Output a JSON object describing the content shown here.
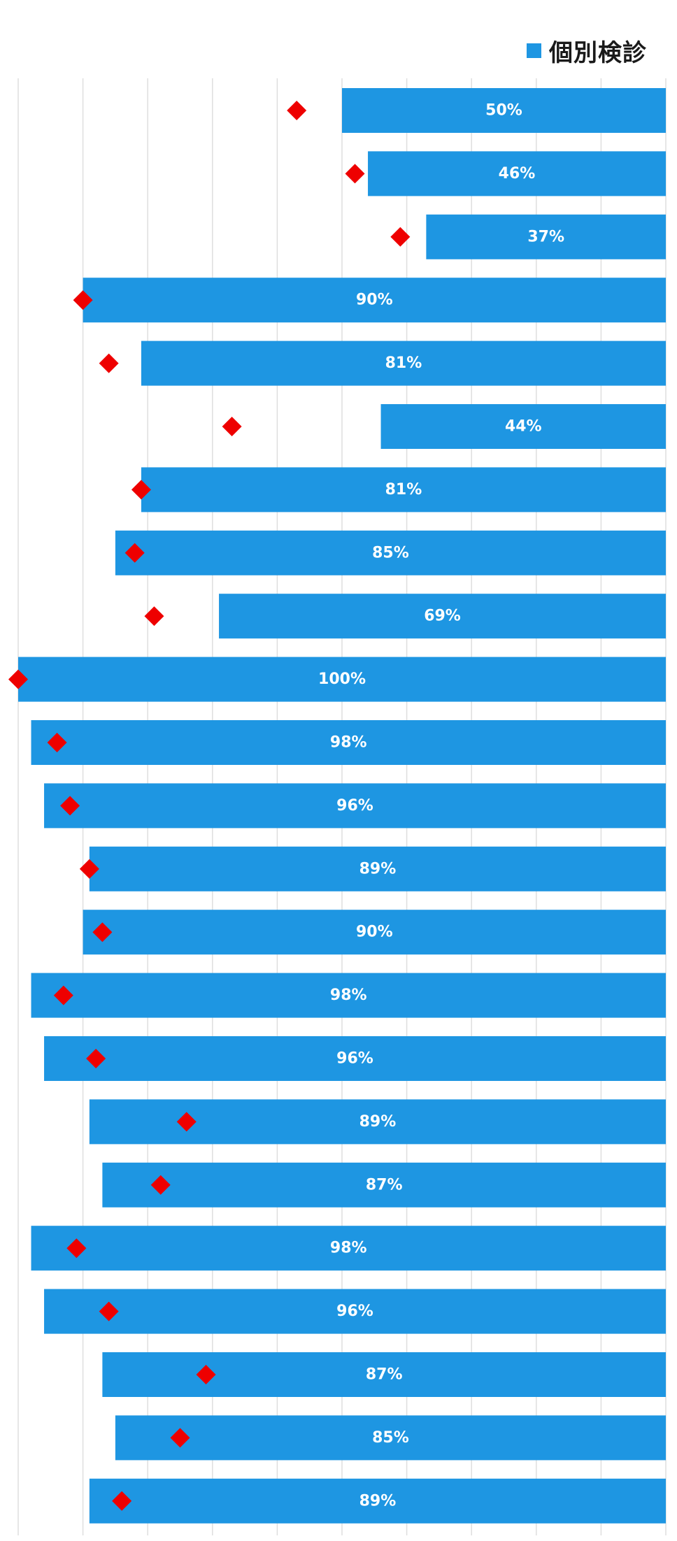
{
  "legend": {
    "label": "個別検診",
    "color": "#1e96e2"
  },
  "colors": {
    "bar": "#1e96e2",
    "marker": "#ee0000",
    "grid": "#dedede",
    "label": "#ffffff"
  },
  "chart_data": {
    "type": "bar",
    "orientation": "horizontal",
    "bar_anchor": "right",
    "xlim": [
      0,
      100
    ],
    "grid": true,
    "legend_position": "top-right",
    "series": [
      {
        "name": "個別検診",
        "values": [
          50,
          46,
          37,
          90,
          81,
          44,
          81,
          85,
          69,
          100,
          98,
          96,
          89,
          90,
          98,
          96,
          89,
          87,
          98,
          96,
          87,
          85,
          89
        ],
        "labels": [
          "50%",
          "46%",
          "37%",
          "90%",
          "81%",
          "44%",
          "81%",
          "85%",
          "69%",
          "100%",
          "98%",
          "96%",
          "89%",
          "90%",
          "98%",
          "96%",
          "89%",
          "87%",
          "98%",
          "96%",
          "87%",
          "85%",
          "89%"
        ]
      },
      {
        "type": "marker",
        "values": [
          57,
          48,
          41,
          90,
          86,
          67,
          81,
          82,
          79,
          100,
          94,
          92,
          89,
          87,
          93,
          88,
          74,
          78,
          91,
          86,
          71,
          75,
          84
        ]
      }
    ]
  }
}
